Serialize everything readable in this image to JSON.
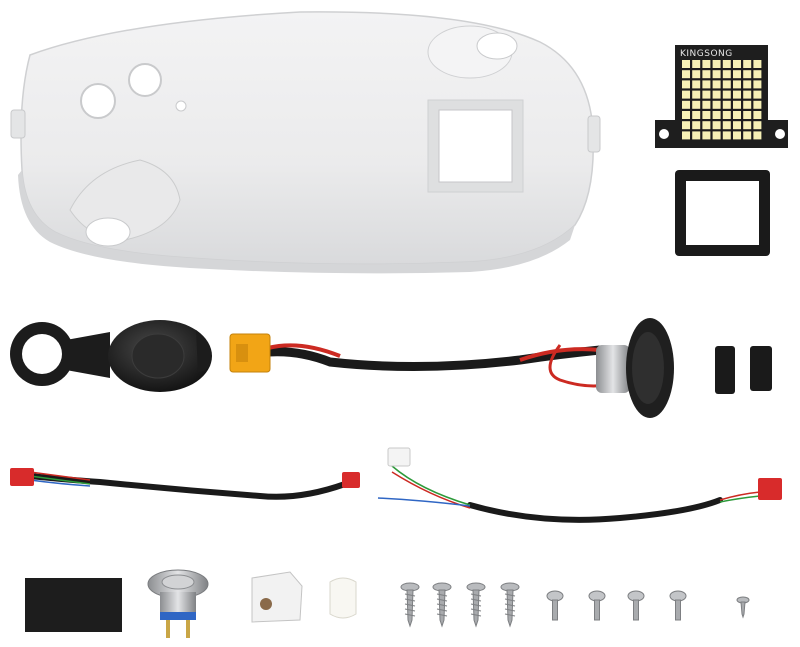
{
  "product_photo": {
    "led_board": {
      "brand_label": "KINGSONG"
    },
    "colors": {
      "background": "#ffffff",
      "shell": "#eeeeef",
      "shell_shadow": "#d7d8da",
      "black": "#1a1a1a",
      "wire_red": "#cc2a22",
      "connector_yellow": "#f2a516",
      "connector_red": "#d82b2b",
      "led_yellow": "#f7f1b6",
      "metal": "#b7b9bc"
    },
    "parts": {
      "shell": "top-cover-shell",
      "led_board": "led-light-board",
      "gasket": "square-gasket",
      "rubber_cap": "charge-port-rubber-cap",
      "charge_cable": "xt60-charge-port-cable",
      "heat_shrink": "heat-shrink-tubes",
      "cable_a": "jst-cable-short",
      "cable_b": "jst-cable-long",
      "foam_pad": "foam-pad",
      "push_button": "metal-push-button",
      "light_sensor": "light-sensor-bracket",
      "light_pipe": "light-pipe",
      "screws_large": "self-tapping-screws",
      "screws_small": "machine-screws",
      "screw_tiny": "tiny-screw"
    }
  }
}
